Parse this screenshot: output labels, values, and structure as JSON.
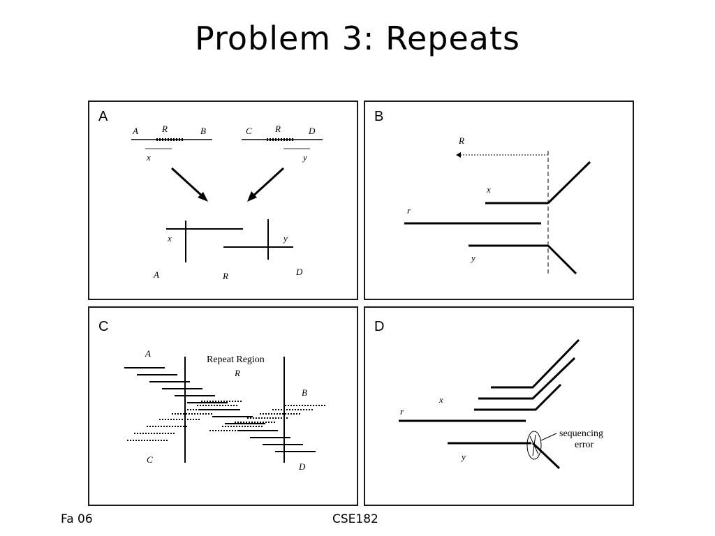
{
  "slide": {
    "title": "Problem 3: Repeats",
    "footer_left": "Fa 06",
    "footer_center": "CSE182"
  },
  "panel_a": {
    "letter": "A",
    "top_left_labels": [
      "A",
      "R",
      "B"
    ],
    "top_right_labels": [
      "C",
      "R",
      "D"
    ],
    "read_left": "x",
    "read_right": "y",
    "bottom_x": "x",
    "bottom_y": "y",
    "bottom_labels": [
      "A",
      "R",
      "D"
    ]
  },
  "panel_b": {
    "letter": "B",
    "repeat_label": "R",
    "x_label": "x",
    "r_label": "r",
    "y_label": "y"
  },
  "panel_c": {
    "letter": "C",
    "a_label": "A",
    "repeat_region": "Repeat Region",
    "r_label": "R",
    "b_label": "B",
    "c_label": "C",
    "d_label": "D"
  },
  "panel_d": {
    "letter": "D",
    "x_label": "x",
    "r_label": "r",
    "y_label": "y",
    "error_line1": "sequencing",
    "error_line2": "error"
  }
}
